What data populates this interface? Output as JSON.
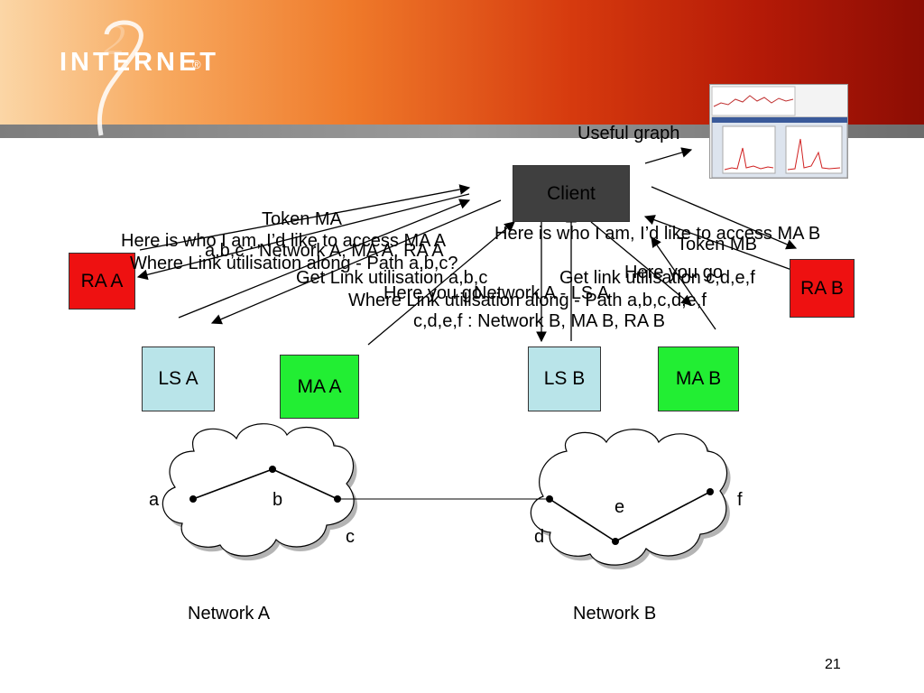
{
  "header": {
    "logo_text": "INTERNET",
    "logo_mark": "2",
    "logo_reg": "®"
  },
  "nodes": {
    "client": "Client",
    "ra_a": "RA  A",
    "ra_b": "RA  B",
    "ls_a": "LS A",
    "ma_a": "MA A",
    "ls_b": "LS B",
    "ma_b": "MA B"
  },
  "messages": {
    "useful_graph": "Useful graph",
    "token_ma": "Token MA",
    "here_is_who_a": "Here is who I am, I’d like to access MA A",
    "abc_network_a": "a,b,c : Network A, MA A, RA A",
    "where_link_a": "Where Link utilisation along - Path a,b,c?",
    "get_link_abc": "Get Link utilisation a,b,c",
    "here_you_go_a": "Here you go",
    "network_a_ls_a": "Network A - LS A",
    "here_is_who_b": "Here is who I am, I’d like to access MA B",
    "token_mb": "Token MB",
    "here_you_go_b": "Here you go",
    "get_link_cdef": "Get link utilisation c,d,e,f",
    "where_link_b": "Where Link utilisation along - Path a,b,c,d,e,f",
    "cdef_network_b": "c,d,e,f : Network B, MA B, RA B"
  },
  "networks": {
    "a_label": "Network A",
    "b_label": "Network B",
    "point_a": "a",
    "point_b": "b",
    "point_c": "c",
    "point_d": "d",
    "point_e": "e",
    "point_f": "f"
  },
  "slide_number": "21",
  "colors": {
    "ra": "#ee1111",
    "ma": "#22ee33",
    "ls": "#b9e4e9",
    "client": "#3f3f3f"
  }
}
